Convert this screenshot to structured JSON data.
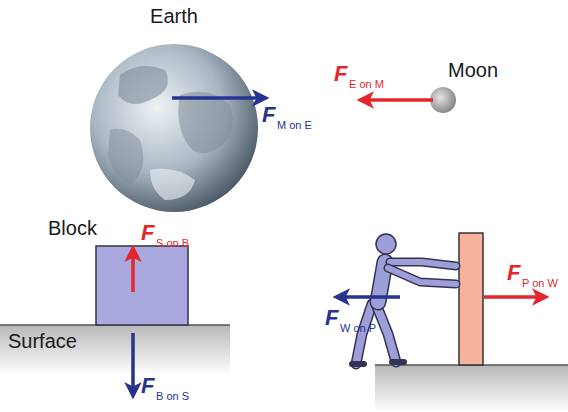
{
  "diagram": {
    "labels": [
      "Earth",
      "F",
      "M on E",
      "F",
      "E on M",
      "Moon",
      "Block",
      "F",
      "S on B",
      "Surface",
      "F",
      "B on S",
      "F",
      "W on P",
      "F",
      "P on W"
    ]
  }
}
